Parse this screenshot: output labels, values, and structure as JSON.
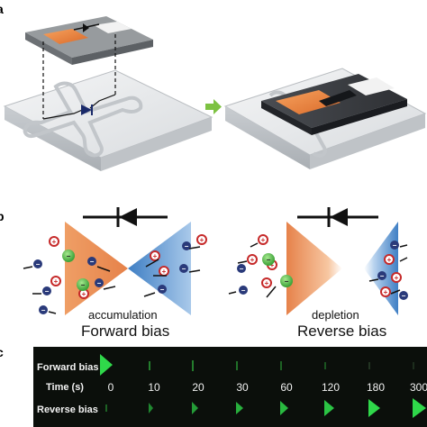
{
  "panel_a": {
    "letter": "a",
    "arrow_color": "#7dc242"
  },
  "panel_b": {
    "letter": "b",
    "left_caption": "accumulation",
    "left_title": "Forward bias",
    "right_caption": "depletion",
    "right_title": "Reverse bias",
    "colors": {
      "orange": "#e8874a",
      "blue": "#3f7fc4",
      "anion": "#2a3a7a",
      "cation": "#c62a2a",
      "particle": "#5cc04a"
    }
  },
  "panel_c": {
    "letter": "c",
    "row_labels": [
      "Forward bias",
      "Time (s)",
      "Reverse bias"
    ],
    "times": [
      "0",
      "10",
      "20",
      "30",
      "60",
      "120",
      "180",
      "300"
    ],
    "glow_color": "#2fd84a"
  }
}
